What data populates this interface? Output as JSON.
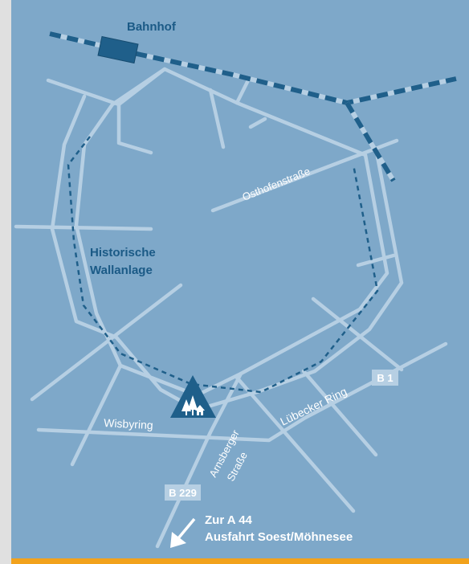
{
  "map": {
    "title_station": "Bahnhof",
    "area_label_line1": "Historische",
    "area_label_line2": "Wallanlage",
    "streets": {
      "osthofen": "Osthofenstraße",
      "wisbyring": "Wisbyring",
      "luebecker": "Lübecker Ring",
      "arnsberger_line1": "Arnsberger",
      "arnsberger_line2": "Straße"
    },
    "road_badges": {
      "b1": "B 1",
      "b229": "B 229"
    },
    "exit_note": {
      "line1": "Zur A 44",
      "line2": "Ausfahrt Soest/Möhnesee"
    }
  },
  "colors": {
    "sea_blue": "#7ea8c9",
    "road": "#b6cfe3",
    "rail_dark": "#1f5f8a",
    "rail_light": "#b6cfe3",
    "route_dash": "#1f5f8a",
    "label_dark": "#1b5a86",
    "label_white": "#ffffff",
    "badge_bg": "#b6cfe3",
    "badge_text": "#ffffff",
    "frame": "#c9c9c9",
    "accent_bottom": "#f2a21c"
  },
  "icons": {
    "station": "station-icon",
    "venue": "venue-tent-icon",
    "arrow": "arrow-southwest-icon"
  }
}
